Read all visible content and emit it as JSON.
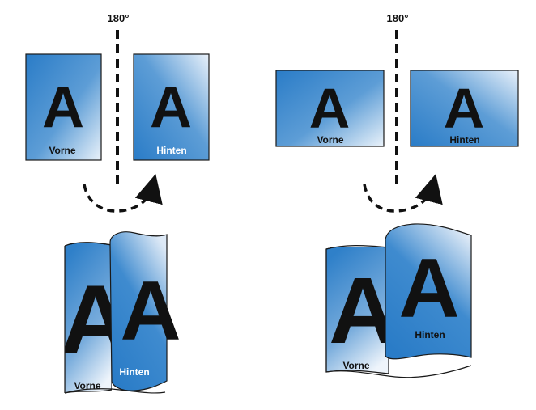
{
  "diagrams": [
    {
      "orientation": "portrait",
      "rotation_label": "180°",
      "front_letter": "A",
      "front_label": "Vorne",
      "back_letter": "A",
      "back_label": "Hinten"
    },
    {
      "orientation": "landscape",
      "rotation_label": "180°",
      "front_letter": "A",
      "front_label": "Vorne",
      "back_letter": "A",
      "back_label": "Hinten"
    }
  ],
  "colors": {
    "sheet_blue": "#2a7cc7",
    "sheet_light": "#e6eff9",
    "ink": "#111111",
    "outline": "#1a1a1a"
  }
}
